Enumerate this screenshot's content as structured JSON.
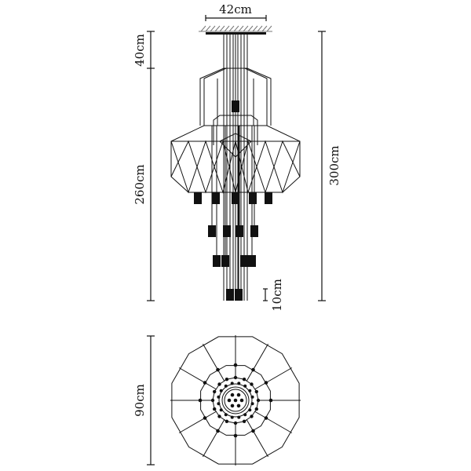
{
  "dimensions": {
    "canopy_width": "42cm",
    "top_drop": "40cm",
    "body_height": "260cm",
    "total_height": "300cm",
    "pendant_height": "10cm",
    "diameter": "90cm"
  },
  "colors": {
    "line": "#111111",
    "background": "#ffffff"
  }
}
